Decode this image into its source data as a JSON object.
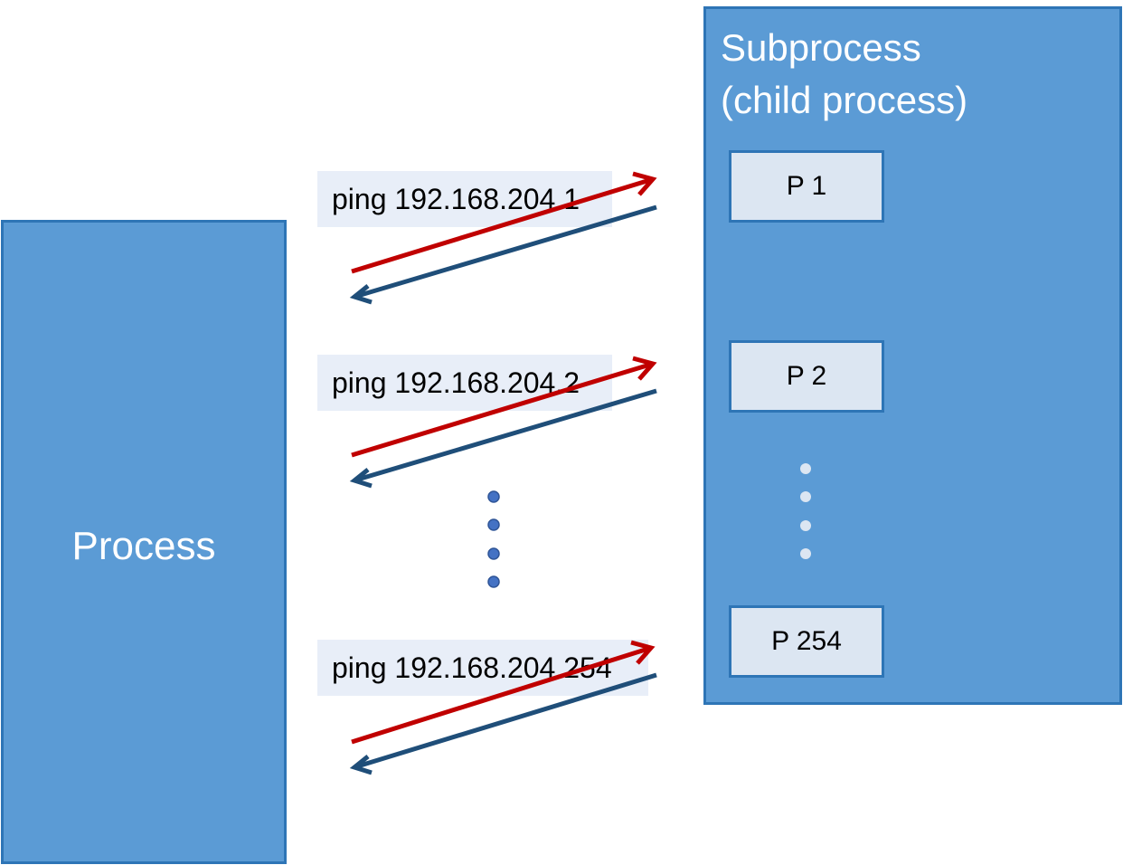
{
  "process": {
    "label": "Process"
  },
  "subprocess": {
    "title_line1": "Subprocess",
    "title_line2": "(child process)"
  },
  "children": [
    "P 1",
    "P 2",
    "P 254"
  ],
  "pings": [
    "ping 192.168.204.1",
    "ping 192.168.204.2",
    "ping 192.168.204.254"
  ],
  "colors": {
    "box_fill": "#5b9bd5",
    "box_border": "#2e75b6",
    "request_arrow": "#c00000",
    "reply_arrow": "#1f4e79",
    "ellipsis_dot_light": "#dce6f2",
    "ellipsis_dot_dark": "#4472c4"
  }
}
